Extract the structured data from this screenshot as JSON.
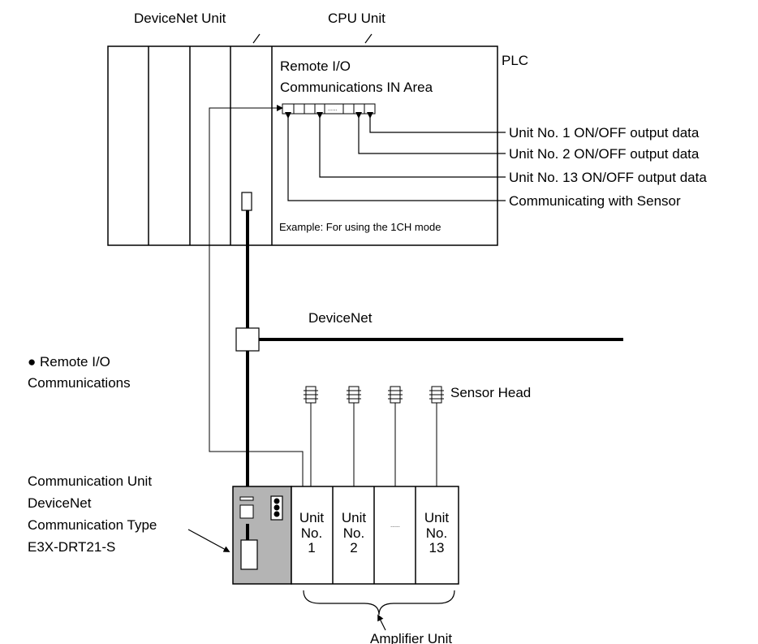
{
  "labels": {
    "devicenet_unit": "DeviceNet Unit",
    "cpu_unit": "CPU Unit",
    "plc": "PLC",
    "in_area_line1": "Remote I/O",
    "in_area_line2": "Communications IN Area",
    "example_mode": "Example: For using the 1CH mode",
    "devicenet": "DeviceNet",
    "remote_io_line1": "● Remote I/O",
    "remote_io_line2": "Communications",
    "sensor_head": "Sensor Head",
    "comm_unit_line1": "Communication Unit",
    "comm_unit_line2": "DeviceNet",
    "comm_unit_line3": "Communication Type",
    "comm_unit_line4": "E3X-DRT21-S",
    "amplifier_unit": "Amplifier Unit",
    "ellipsis": "......"
  },
  "data_bits": [
    "Unit No. 1 ON/OFF output data",
    "Unit No. 2 ON/OFF output data",
    "Unit No. 13 ON/OFF output data",
    "Communicating with Sensor"
  ],
  "amplifier_units": [
    {
      "line1": "Unit",
      "line2": "No.",
      "line3": "1"
    },
    {
      "line1": "Unit",
      "line2": "No.",
      "line3": "2"
    },
    {
      "line1": "",
      "line2": "......",
      "line3": ""
    },
    {
      "line1": "Unit",
      "line2": "No.",
      "line3": "13"
    }
  ],
  "colors": {
    "comm_unit_fill": "#b4b4b4",
    "line": "#000000"
  }
}
